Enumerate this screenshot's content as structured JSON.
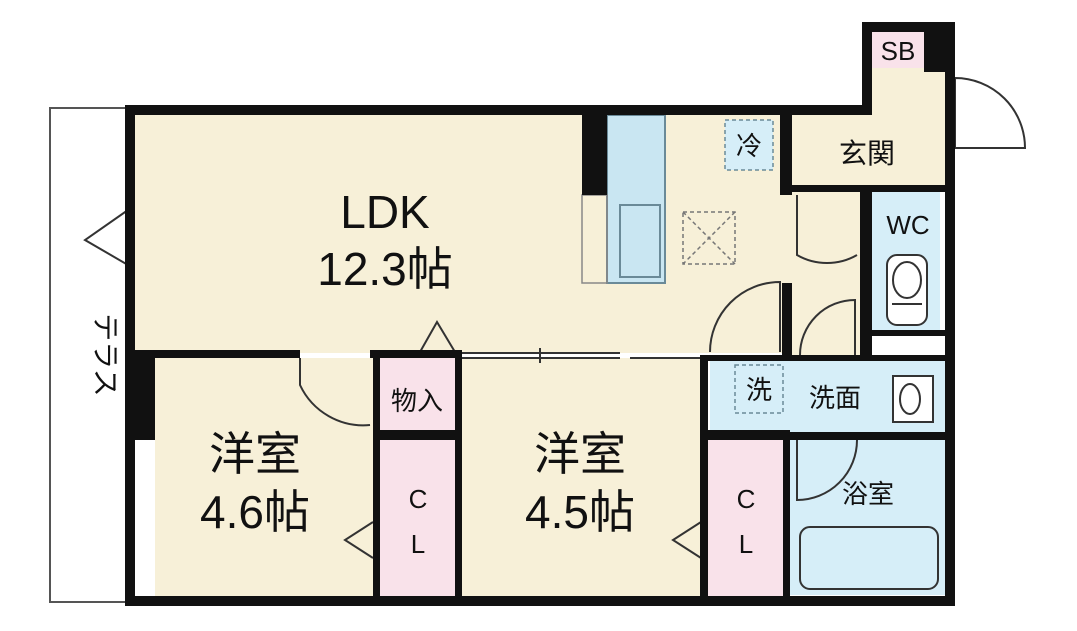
{
  "rooms": {
    "ldk": {
      "name": "LDK",
      "area": "12.3帖"
    },
    "west1": {
      "name": "洋室",
      "area": "4.6帖"
    },
    "west2": {
      "name": "洋室",
      "area": "4.5帖"
    },
    "storage": "物入",
    "cl1": {
      "c": "C",
      "l": "L"
    },
    "cl2": {
      "c": "C",
      "l": "L"
    },
    "entrance": "玄関",
    "wc": "WC",
    "washroom": "洗面",
    "bathroom": "浴室",
    "shoebox": "SB",
    "fridge": "冷",
    "washer": "洗",
    "terrace": "テラス"
  },
  "colors": {
    "beige": "#f7f0d8",
    "pink": "#f9e2ea",
    "blue": "#d6eef8",
    "wall": "#111111"
  }
}
